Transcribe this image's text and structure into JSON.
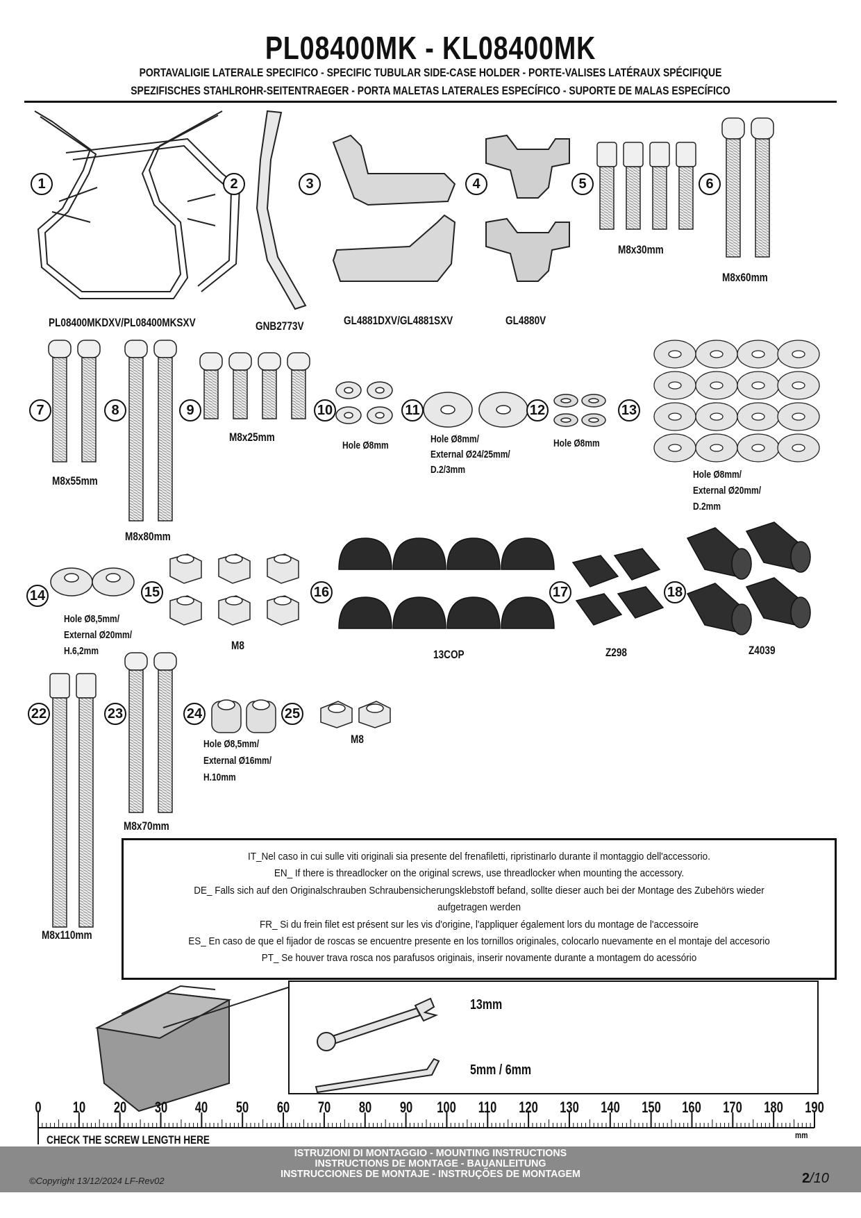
{
  "header": {
    "title": "PL08400MK - KL08400MK",
    "subtitle_line1": "PORTAVALIGIE LATERALE SPECIFICO  -  SPECIFIC TUBULAR SIDE-CASE HOLDER  - PORTE-VALISES LATÉRAUX SPÉCIFIQUE",
    "subtitle_line2": "SPEZIFISCHES STAHLROHR-SEITENTRAEGER - PORTA MALETAS LATERALES ESPECÍFICO - SUPORTE DE MALAS ESPECÍFICO"
  },
  "parts": {
    "n1": "1",
    "n2": "2",
    "n3": "3",
    "n4": "4",
    "n5": "5",
    "n6": "6",
    "n7": "7",
    "n8": "8",
    "n9": "9",
    "n10": "10",
    "n11": "11",
    "n12": "12",
    "n13": "13",
    "n14": "14",
    "n15": "15",
    "n16": "16",
    "n17": "17",
    "n18": "18",
    "n22": "22",
    "n23": "23",
    "n24": "24",
    "n25": "25",
    "frame_code": "PL08400MKDXV/PL08400MKSXV",
    "rod_code": "GNB2773V",
    "plate_code": "GL4881DXV/GL4881SXV",
    "bracket_code": "GL4880V",
    "m8x30": "M8x30mm",
    "m8x60": "M8x60mm",
    "m8x55": "M8x55mm",
    "m8x80": "M8x80mm",
    "m8x25": "M8x25mm",
    "washer10": "Hole Ø8mm",
    "washer11_1": "Hole Ø8mm/",
    "washer11_2": "External Ø24/25mm/",
    "washer11_3": "D.2/3mm",
    "washer12": "Hole Ø8mm",
    "washer13_1": "Hole Ø8mm/",
    "washer13_2": "External Ø20mm/",
    "washer13_3": "D.2mm",
    "spacer14_1": "Hole Ø8,5mm/",
    "spacer14_2": "External Ø20mm/",
    "spacer14_3": "H.6,2mm",
    "nut15": "M8",
    "cap16": "13COP",
    "pad17": "Z298",
    "sleeve18": "Z4039",
    "m8x110": "M8x110mm",
    "m8x70": "M8x70mm",
    "spacer24_1": "Hole Ø8,5mm/",
    "spacer24_2": "External Ø16mm/",
    "spacer24_3": "H.10mm",
    "nut25": "M8"
  },
  "notes": [
    "IT_Nel caso in cui sulle viti originali sia presente del frenafiletti, ripristinarlo durante il montaggio dell'accessorio.",
    "EN_ If there is threadlocker on the original screws, use threadlocker when mounting the accessory.",
    "DE_ Falls sich auf den Originalschrauben Schraubensicherungsklebstoff befand, sollte dieser auch bei der Montage des Zubehörs wieder",
    "aufgetragen werden",
    "FR_ Si du frein filet est présent sur les vis d'origine, l'appliquer également lors du montage de l'accessoire",
    "ES_ En caso de que el fijador de roscas se encuentre presente en los tornillos originales, colocarlo nuevamente en el montaje del accesorio",
    "PT_ Se houver trava rosca nos parafusos originais, inserir novamente durante a montagem do acessório"
  ],
  "tools": {
    "wrench": "13mm",
    "allen": "5mm / 6mm"
  },
  "ruler": {
    "ticks": [
      "0",
      "10",
      "20",
      "30",
      "40",
      "50",
      "60",
      "70",
      "80",
      "90",
      "100",
      "110",
      "120",
      "130",
      "140",
      "150",
      "160",
      "170",
      "180",
      "190"
    ],
    "unit": "mm",
    "caption": "CHECK THE SCREW LENGTH HERE"
  },
  "footer": {
    "line1": "ISTRUZIONI DI MONTAGGIO  -  MOUNTING INSTRUCTIONS",
    "line2": "INSTRUCTIONS DE MONTAGE - BAUANLEITUNG",
    "line3": "INSTRUCCIONES DE MONTAJE - INSTRUÇÕES DE MONTAGEM",
    "copyright": "©Copyright 13/12/2024 LF-Rev02",
    "page_current": "2",
    "page_total": "/10"
  },
  "colors": {
    "ink": "#111111",
    "part_fill": "#e8e8e8",
    "dark_part": "#2a2a2a",
    "footer_band": "#8a8a8a"
  }
}
